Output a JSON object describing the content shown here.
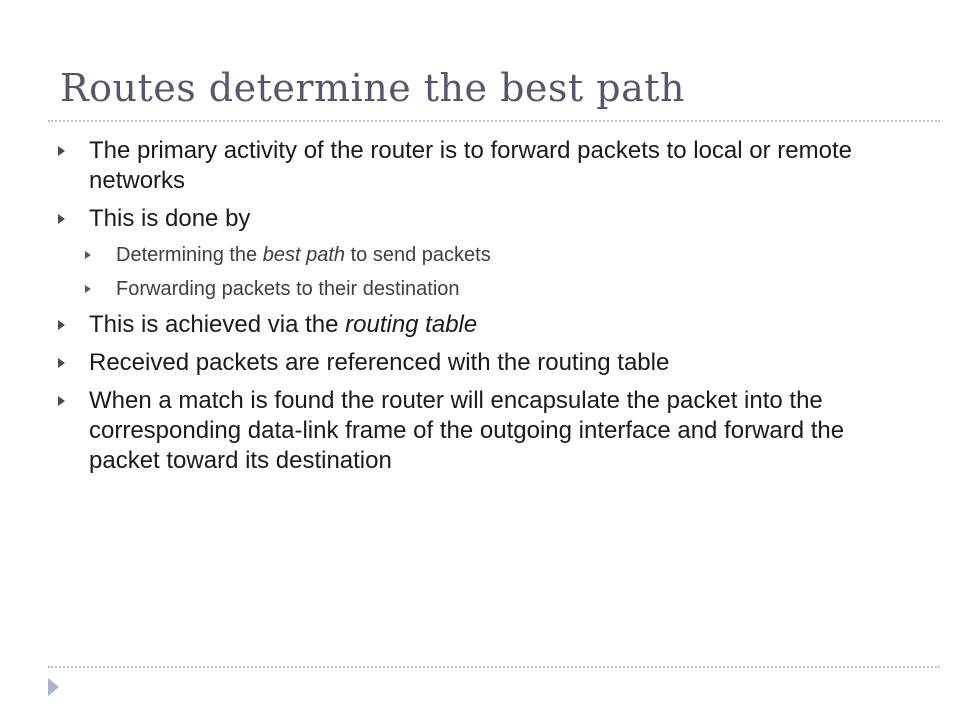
{
  "slide": {
    "title": "Routes determine the best path",
    "bullets": [
      {
        "text": "The primary activity of the router is to forward packets to local or remote networks"
      },
      {
        "text": "This is done by"
      },
      {
        "pre": "Determining the ",
        "em": "best path",
        "post": " to send packets"
      },
      {
        "text": "Forwarding packets to their destination"
      },
      {
        "pre": "This is achieved via the ",
        "em": "routing table"
      },
      {
        "text": "Received packets are referenced with the routing table"
      },
      {
        "text": "When a match is found the router will encapsulate the packet into the corresponding data-link frame of the outgoing interface and forward the packet toward its destination"
      }
    ]
  },
  "colors": {
    "title": "#54586a",
    "body_text": "#1a1a1a",
    "sub_text": "#404040",
    "rule": "#b5c2cf",
    "footer_marker": "#a8b7c6"
  },
  "icons": {
    "bullet": "triangle-right",
    "footer": "triangle-right"
  }
}
